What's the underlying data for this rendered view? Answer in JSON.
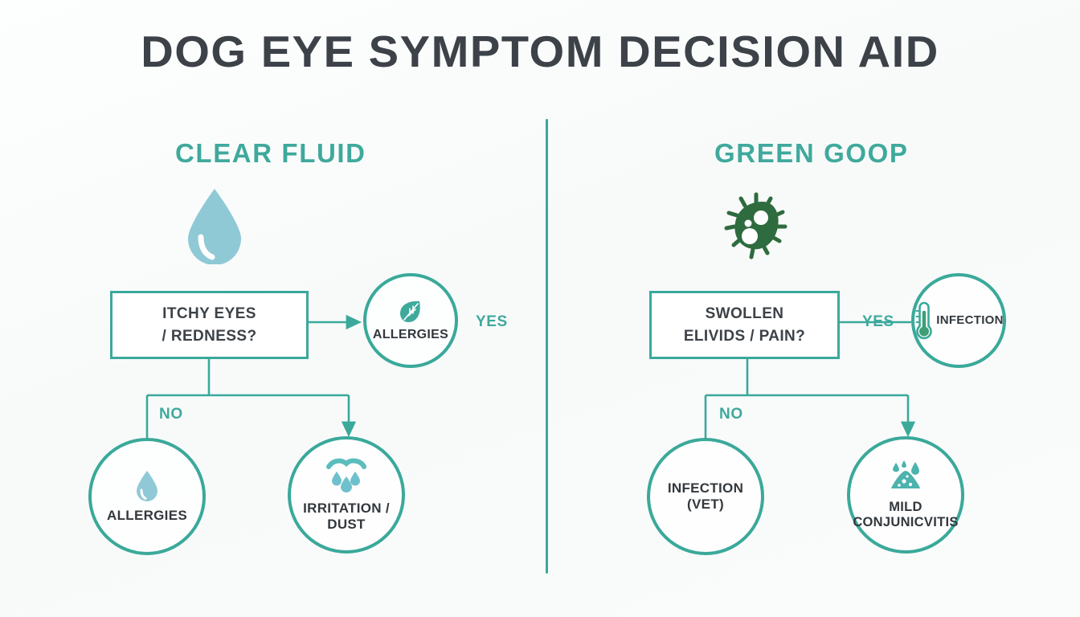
{
  "page": {
    "title": "DOG EYE SYMPTOM DECISION AID",
    "background_color": "#fbfcfc",
    "accent_color": "#3aa99a",
    "text_color": "#3c4248",
    "drop_icon_color": "#8fc9d6",
    "germ_icon_color": "#2e6b3e"
  },
  "columns": [
    {
      "id": "clear-fluid",
      "header": "CLEAR FLUID",
      "icon": "water-drop-icon",
      "question": {
        "line1": "ITCHY EYES",
        "line2": "/ REDNESS?"
      },
      "yes": {
        "label": "YES",
        "outcome": "ALLERGIES",
        "icon": "leaf-icon"
      },
      "no": {
        "label": "NO",
        "outcomes": [
          {
            "line1": "ALLERGIES",
            "line2": "",
            "icon": "water-drop-icon"
          },
          {
            "line1": "IRRITATION /",
            "line2": "DUST",
            "icon": "rain-droplets-icon"
          }
        ]
      }
    },
    {
      "id": "green-goop",
      "header": "GREEN GOOP",
      "icon": "bacteria-icon",
      "question": {
        "line1": "SWOLLEN",
        "line2": "ELIVIDS / PAIN?"
      },
      "yes": {
        "label": "YES",
        "outcome": "INFECTION",
        "icon": "thermometer-icon"
      },
      "no": {
        "label": "NO",
        "outcomes": [
          {
            "line1": "INFECTION",
            "line2": "(VET)",
            "icon": "none"
          },
          {
            "line1": "MILD",
            "line2": "CONJUNICVITIS",
            "icon": "goop-droplet-icon"
          }
        ]
      }
    }
  ]
}
